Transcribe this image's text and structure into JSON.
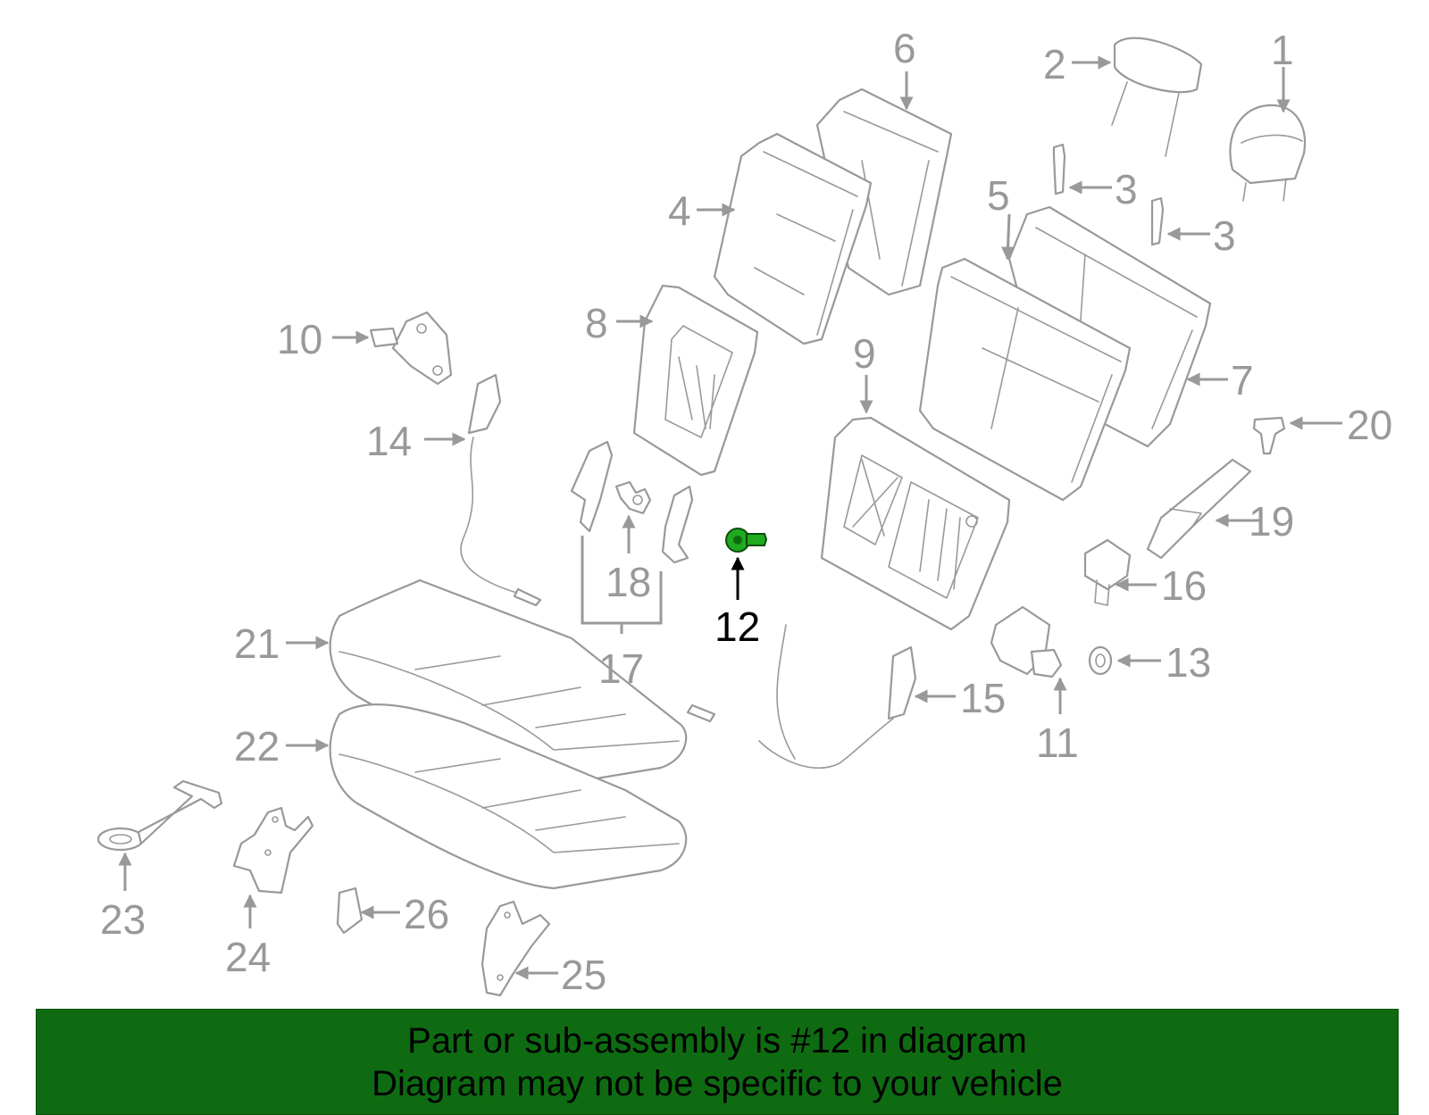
{
  "diagram": {
    "callouts": {
      "c1": "1",
      "c2": "2",
      "c3a": "3",
      "c3b": "3",
      "c4": "4",
      "c5": "5",
      "c6": "6",
      "c7": "7",
      "c8": "8",
      "c9": "9",
      "c10": "10",
      "c11": "11",
      "c12": "12",
      "c13": "13",
      "c14": "14",
      "c15": "15",
      "c16": "16",
      "c17": "17",
      "c18": "18",
      "c19": "19",
      "c20": "20",
      "c21": "21",
      "c22": "22",
      "c23": "23",
      "c24": "24",
      "c25": "25",
      "c26": "26"
    },
    "highlighted_part": "12",
    "colors": {
      "line_art": "#999999",
      "highlight_part": "#1faa1f",
      "highlight_label": "#000000",
      "banner_background": "#0f6b12",
      "banner_text": "#000000"
    }
  },
  "footer": {
    "line1": "Part or sub-assembly is #12 in diagram",
    "line2": "Diagram may not be specific to your vehicle"
  }
}
